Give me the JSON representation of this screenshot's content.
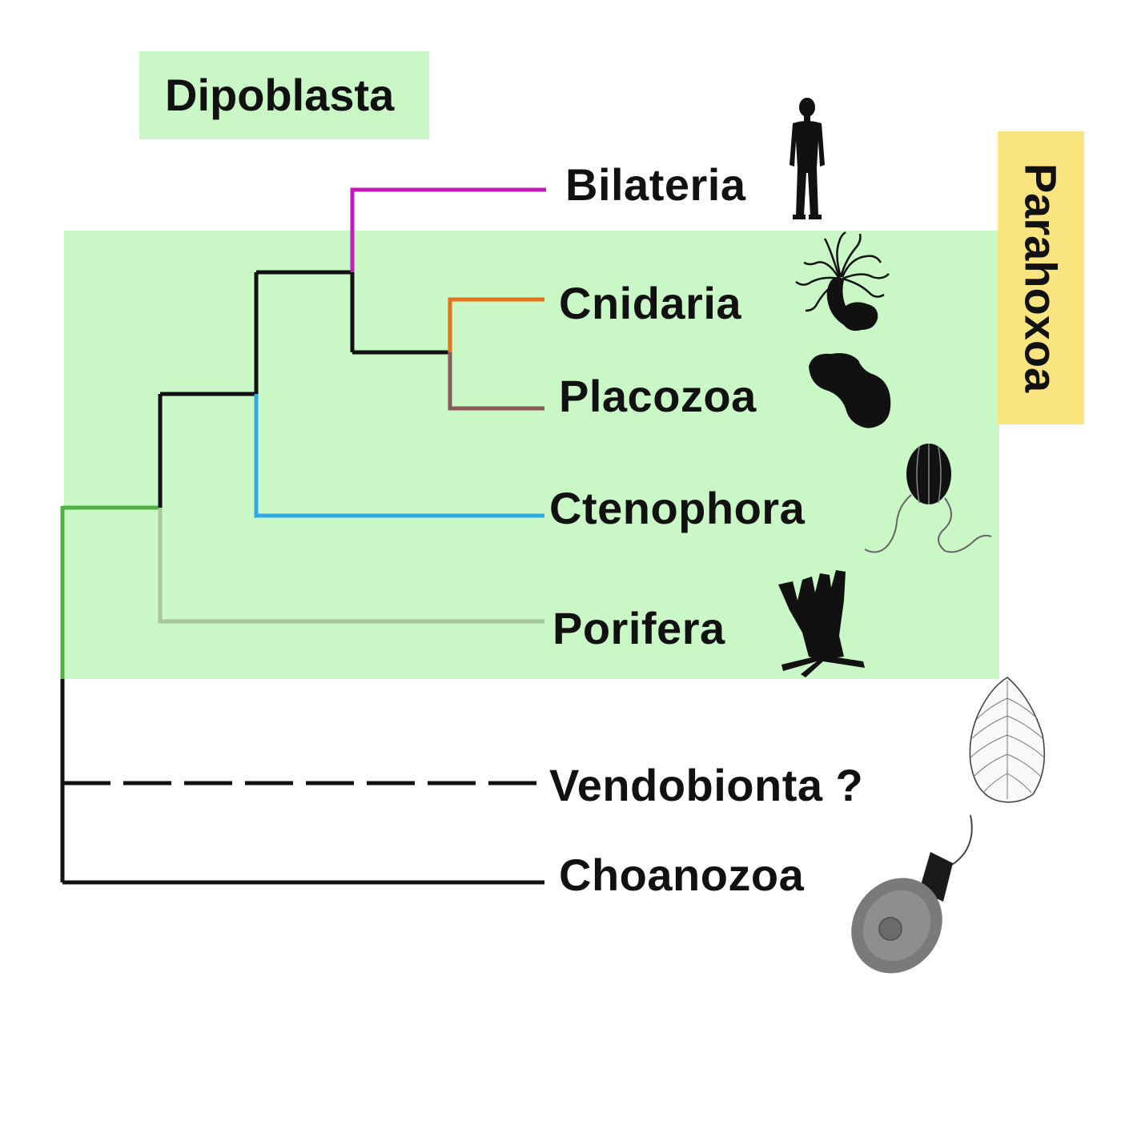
{
  "groups": {
    "dipoblasta": "Dipoblasta",
    "parahoxoa": "Parahoxoa"
  },
  "taxa": {
    "bilateria": "Bilateria",
    "cnidaria": "Cnidaria",
    "placozoa": "Placozoa",
    "ctenophora": "Ctenophora",
    "porifera": "Porifera",
    "vendobionta": "Vendobionta ?",
    "choanozoa": "Choanozoa"
  },
  "colors": {
    "region_green": "#c9f7c5",
    "parahoxoa_yellow": "#f9e47f",
    "bilateria_branch": "#c21bb9",
    "cnidaria_branch": "#e2721b",
    "placozoa_branch": "#8a5a5a",
    "ctenophora_branch": "#2fa8e6",
    "porifera_branch": "#a9c79a",
    "stem_green": "#4fb04a",
    "tree_black": "#111111"
  },
  "icons": {
    "bilateria": "human-silhouette-icon",
    "cnidaria": "hydra-icon",
    "placozoa": "trichoplax-icon",
    "ctenophora": "comb-jelly-icon",
    "porifera": "sponge-icon",
    "vendobionta": "vendobiont-fossil-icon",
    "choanozoa": "choanoflagellate-icon"
  }
}
